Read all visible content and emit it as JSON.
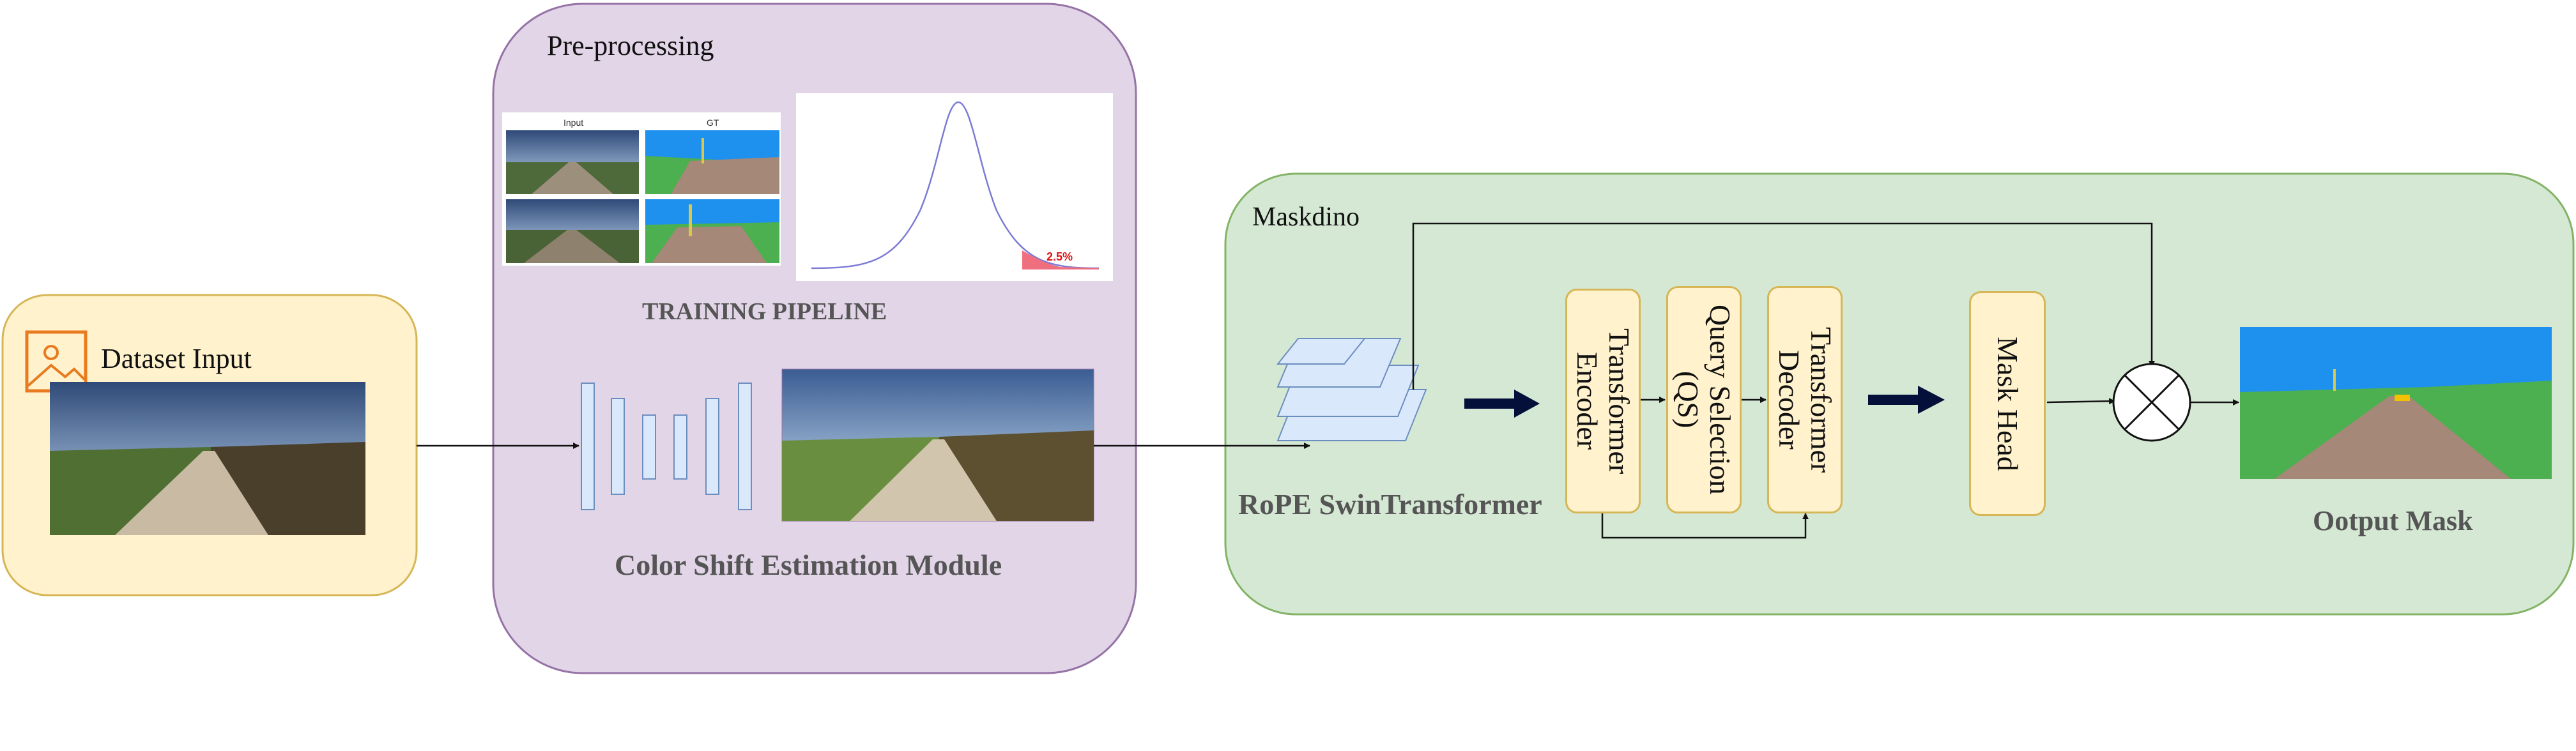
{
  "dataset": {
    "title": "Dataset Input",
    "icon": "image-icon"
  },
  "preprocessing": {
    "title": "Pre-processing",
    "training_pipeline_label": "TRAINING PIPELINE",
    "sample_headers": {
      "input": "Input",
      "gt": "GT"
    },
    "distribution_annotation": "2.5%",
    "module_label": "Color Shift Estimation Module"
  },
  "maskdino": {
    "title": "Maskdino",
    "backbone_label": "RoPE SwinTransformer",
    "blocks": {
      "encoder": "Transformer Encoder",
      "query_selection": "Query Selection (QS)",
      "decoder": "Transformer Decoder",
      "mask_head": "Mask Head"
    },
    "output_label": "Ootput Mask",
    "combine_symbol": "multiply-circle-icon"
  },
  "colors": {
    "dataset_fill": "#fff2cc",
    "dataset_stroke": "#d6b656",
    "pre_fill": "#e1d5e7",
    "pre_stroke": "#9673a6",
    "maskdino_fill": "#d5e8d4",
    "maskdino_stroke": "#82b366",
    "layer_fill": "#dae8fc",
    "layer_stroke": "#6c8ebf",
    "seg_sky": "#1e90ee",
    "seg_vegetation": "#4caf50",
    "seg_road": "#a58878"
  }
}
